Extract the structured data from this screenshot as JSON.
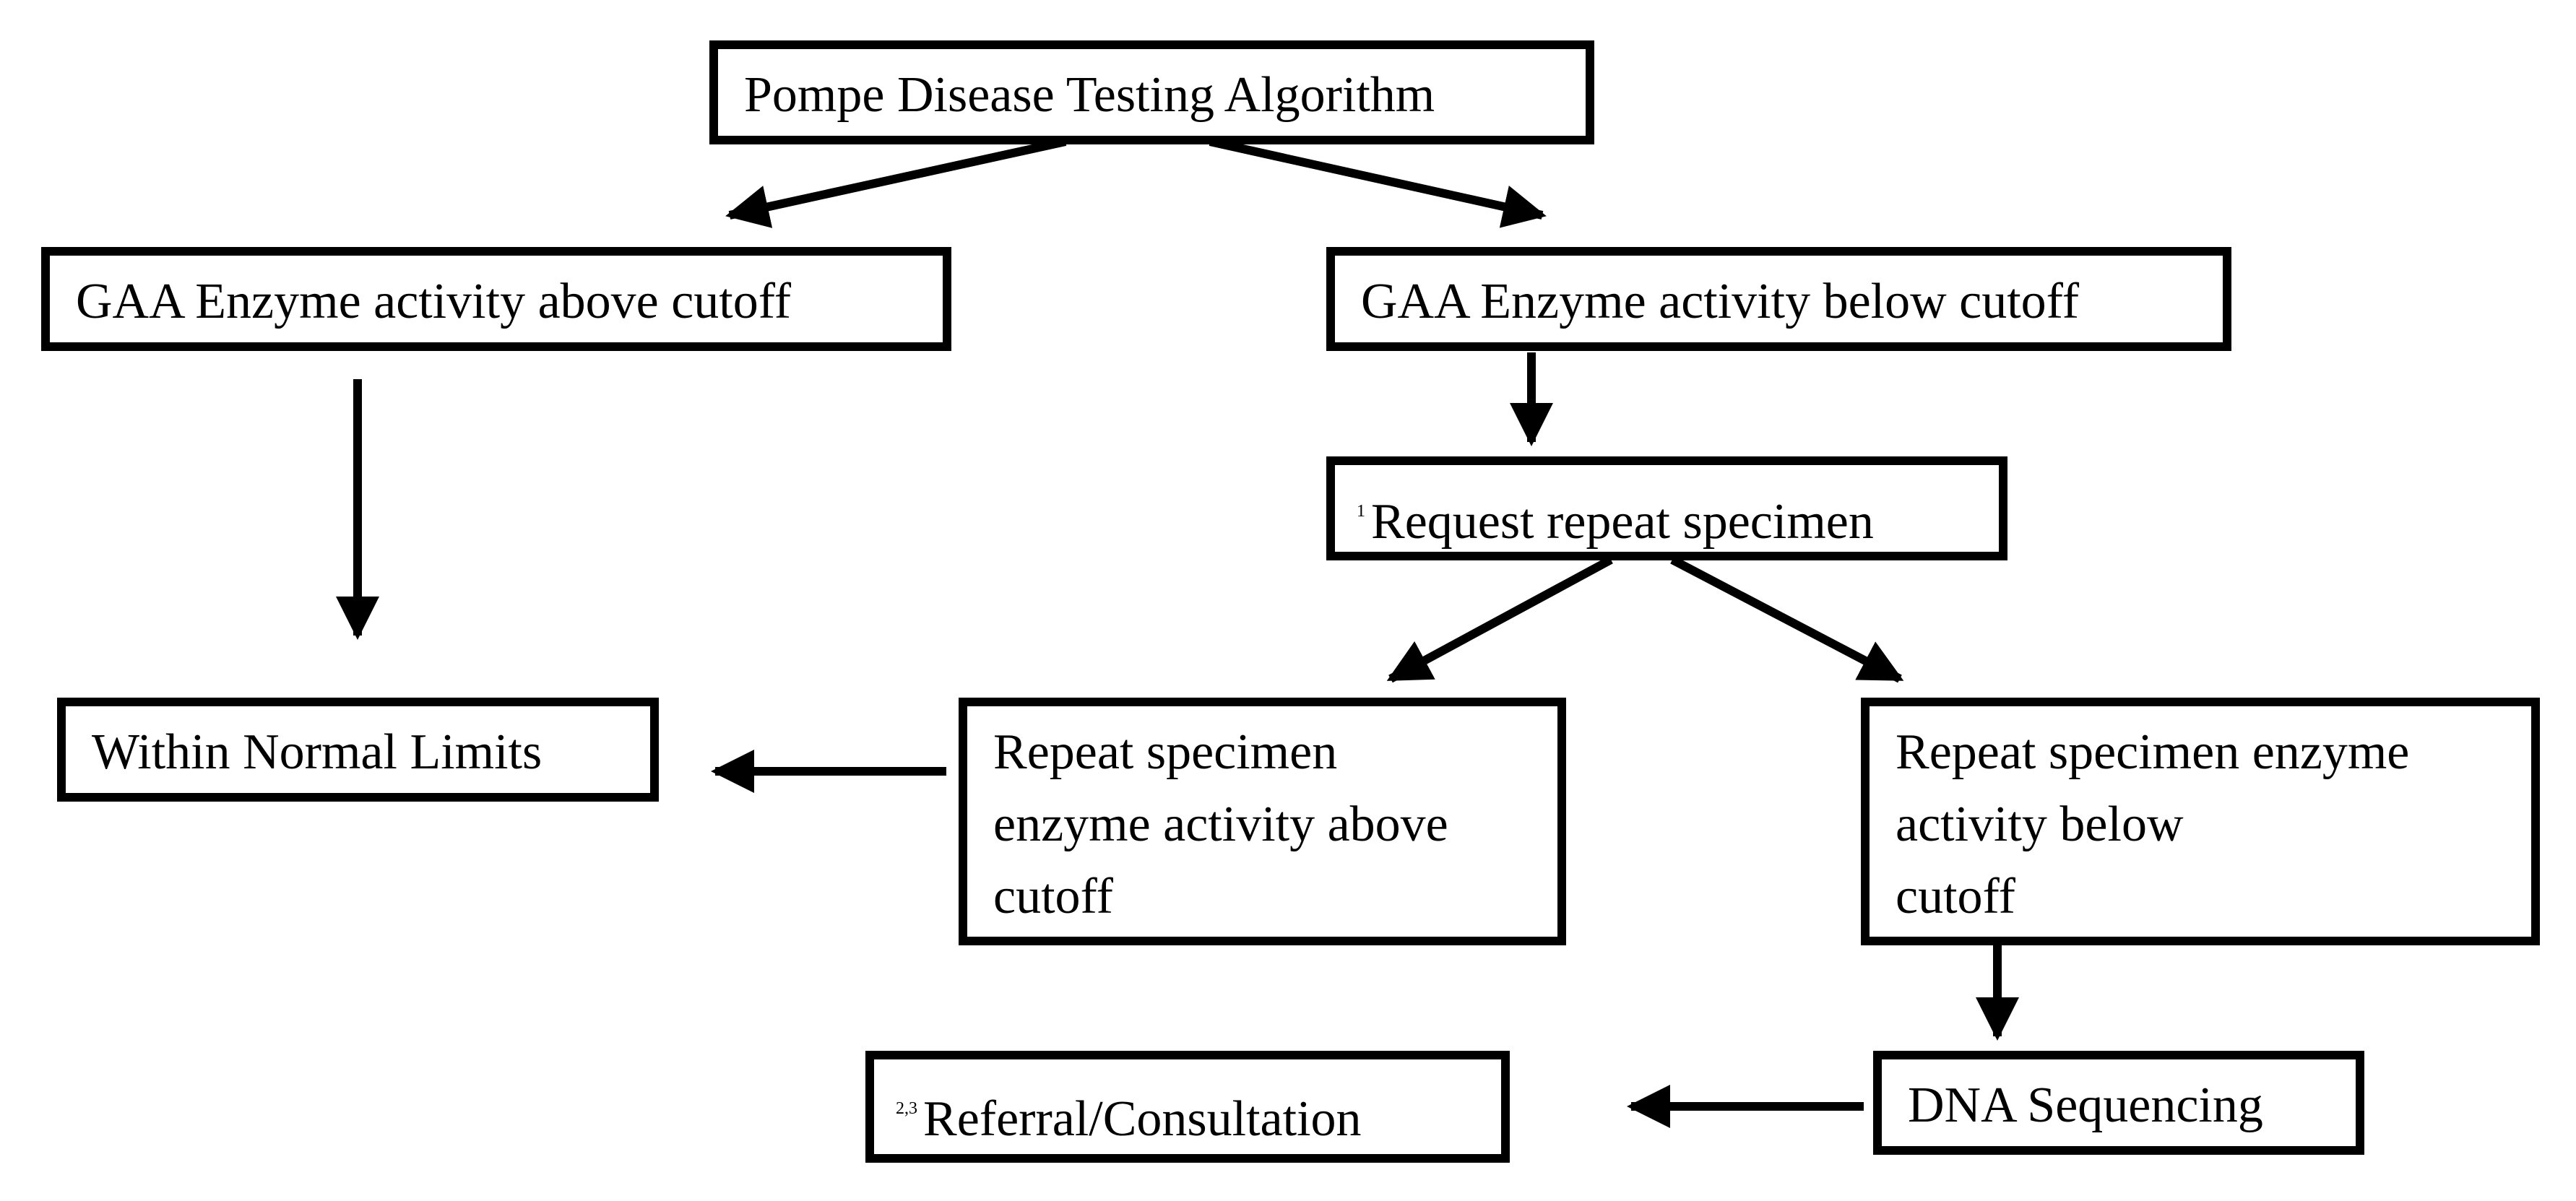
{
  "flowchart": {
    "title": "Pompe Disease Testing Algorithm",
    "nodes": {
      "above_cutoff": "GAA Enzyme activity above cutoff",
      "below_cutoff": "GAA Enzyme activity below cutoff",
      "repeat_request": {
        "marker": "1",
        "label": "Request repeat specimen"
      },
      "normal": "Within Normal Limits",
      "repeat_above": [
        "Repeat specimen",
        "enzyme activity above",
        "cutoff"
      ],
      "repeat_below": [
        "Repeat specimen enzyme",
        "activity below",
        "cutoff"
      ],
      "referral": {
        "marker": "2,3",
        "label": "Referral/Consultation"
      },
      "dna": "DNA Sequencing"
    }
  },
  "colors": {
    "stroke": "#000000",
    "background": "#ffffff"
  }
}
